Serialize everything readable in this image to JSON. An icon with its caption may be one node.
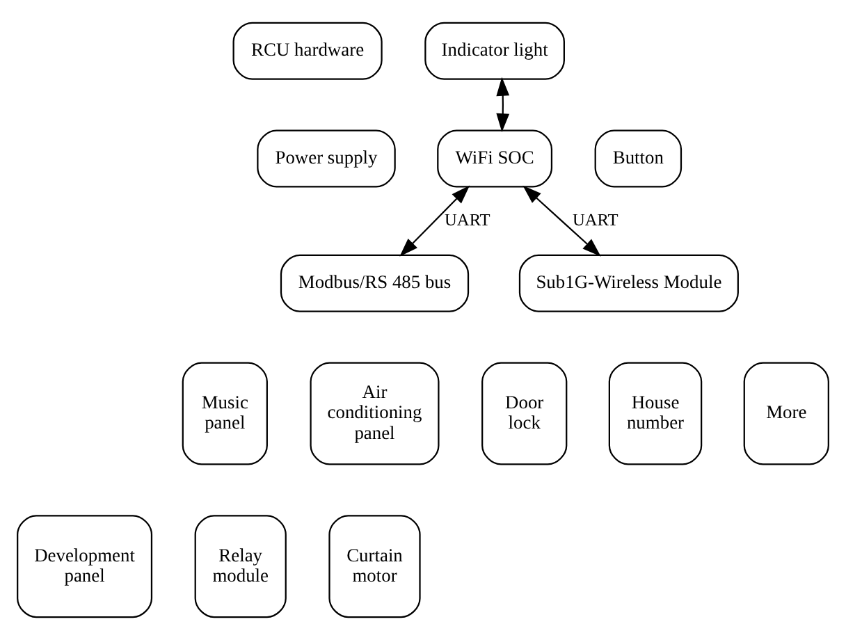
{
  "diagram": {
    "nodes": [
      {
        "text": [
          "RCU hardware"
        ]
      },
      {
        "text": [
          "Indicator light"
        ]
      },
      {
        "text": [
          "Power supply"
        ]
      },
      {
        "text": [
          "WiFi SOC"
        ]
      },
      {
        "text": [
          "Button"
        ]
      },
      {
        "text": [
          "Modbus/RS 485 bus"
        ]
      },
      {
        "text": [
          "Sub1G-Wireless Module"
        ]
      },
      {
        "text": [
          "Music panel"
        ]
      },
      {
        "text": [
          "Air conditioning panel"
        ]
      },
      {
        "text": [
          "Door lock"
        ]
      },
      {
        "text": [
          "House number"
        ]
      },
      {
        "text": [
          "More"
        ]
      },
      {
        "text": [
          "Development panel"
        ]
      },
      {
        "text": [
          "Relay module"
        ]
      },
      {
        "text": [
          "Curtain motor"
        ]
      }
    ],
    "edges": [
      {
        "from": 3,
        "to": 1,
        "arrow": "both"
      },
      {
        "from": 3,
        "to": 5,
        "arrow": "both",
        "label": "UART"
      },
      {
        "from": 3,
        "to": 6,
        "arrow": "both",
        "label": "UART"
      }
    ]
  }
}
